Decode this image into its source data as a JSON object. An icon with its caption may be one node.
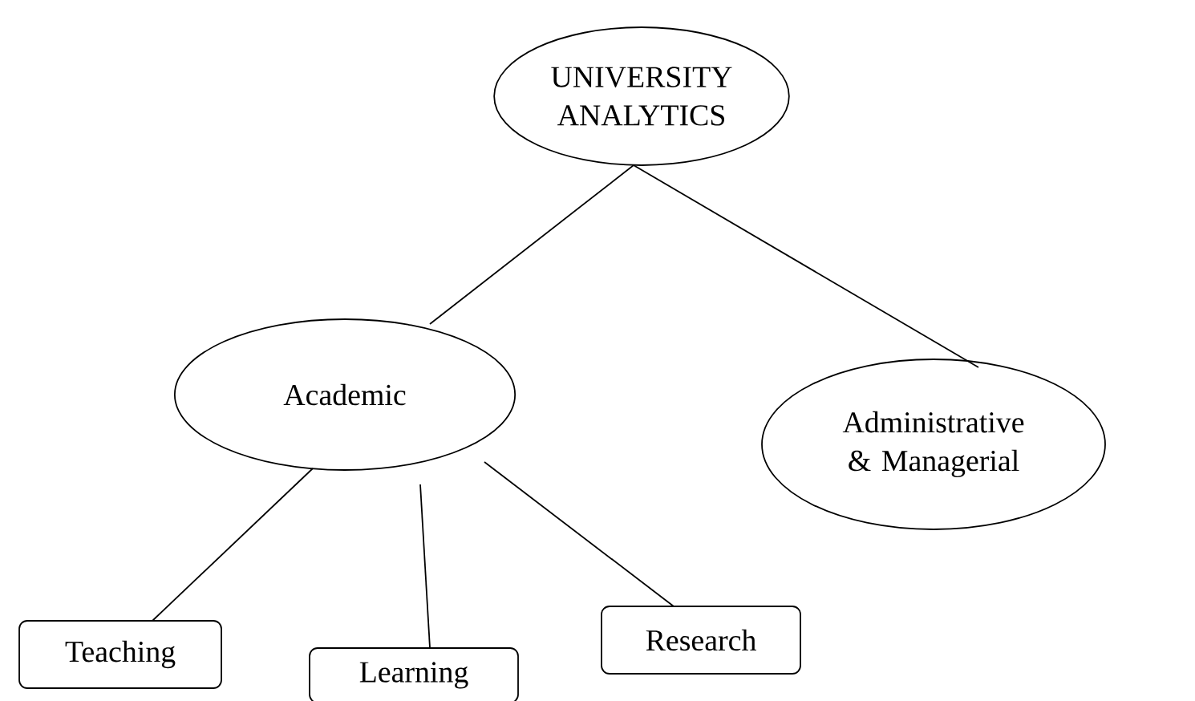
{
  "diagram": {
    "nodes": [
      {
        "text": [
          "UNIVERSITY ANALYTICS"
        ]
      },
      {
        "text": [
          "Academic"
        ]
      },
      {
        "text": [
          "Administrative & Managerial"
        ]
      },
      {
        "text": [
          "Teaching"
        ]
      },
      {
        "text": [
          "Learning"
        ]
      },
      {
        "text": [
          "Research"
        ]
      }
    ],
    "edges": [
      {
        "from": 0,
        "to": 1,
        "arrow": "none"
      },
      {
        "from": 0,
        "to": 2,
        "arrow": "none"
      },
      {
        "from": 1,
        "to": 3,
        "arrow": "none"
      },
      {
        "from": 1,
        "to": 4,
        "arrow": "none"
      },
      {
        "from": 1,
        "to": 5,
        "arrow": "none"
      }
    ]
  }
}
